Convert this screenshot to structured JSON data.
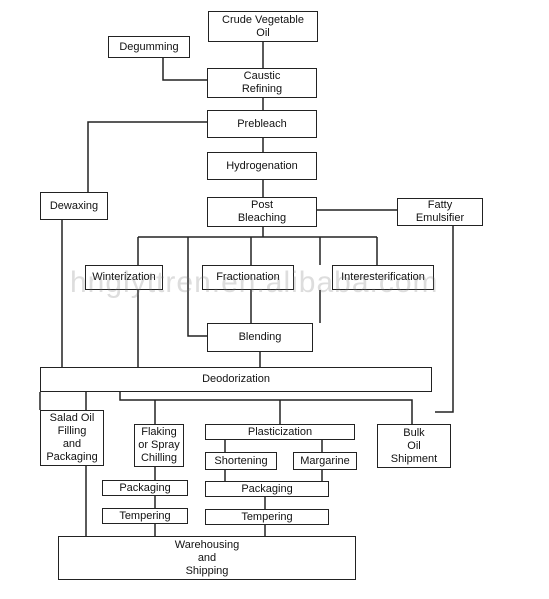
{
  "diagram": {
    "nodes": {
      "crude": "Crude Vegetable\nOil",
      "degumming": "Degumming",
      "caustic": "Caustic\nRefining",
      "prebleach": "Prebleach",
      "hydrogenation": "Hydrogenation",
      "post_bleaching": "Post\nBleaching",
      "dewaxing": "Dewaxing",
      "fatty_emulsifier": "Fatty\nEmulsifier",
      "winterization": "Winterization",
      "fractionation": "Fractionation",
      "interesterification": "Interesterification",
      "blending": "Blending",
      "deodorization": "Deodorization",
      "salad_oil": "Salad Oil\nFilling\nand\nPackaging",
      "flaking": "Flaking\nor Spray\nChilling",
      "plasticization": "Plasticization",
      "shortening": "Shortening",
      "margarine": "Margarine",
      "bulk_oil": "Bulk\nOil\nShipment",
      "packaging_1": "Packaging",
      "tempering_1": "Tempering",
      "packaging_2": "Packaging",
      "tempering_2": "Tempering",
      "warehousing": "Warehousing\nand\nShipping"
    },
    "watermark": "hnglyttren.en.alibaba.com"
  }
}
